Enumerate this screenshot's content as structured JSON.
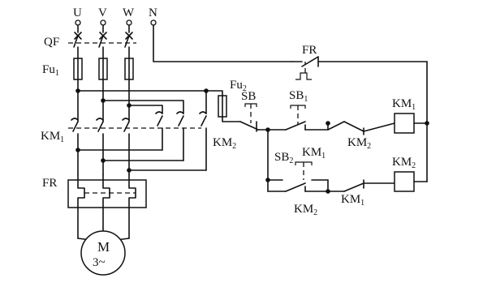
{
  "labels": {
    "phase_u": "U",
    "phase_v": "V",
    "phase_w": "W",
    "neutral": "N",
    "breaker": "QF",
    "fuse_main": "Fu",
    "fuse_main_sub": "1",
    "fuse_ctrl": "Fu",
    "fuse_ctrl_sub": "2",
    "contactor1_main": "KM",
    "contactor1_main_sub": "1",
    "contactor2_main": "KM",
    "contactor2_main_sub": "2",
    "overload_main": "FR",
    "overload_ctrl": "FR",
    "stop_button": "SB",
    "button1": "SB",
    "button1_sub": "1",
    "button2": "SB",
    "button2_sub": "2",
    "km1_aux_top": "KM",
    "km1_aux_top_sub": "1",
    "km2_interlock_top": "KM",
    "km2_interlock_top_sub": "2",
    "coil_km1": "KM",
    "coil_km1_sub": "1",
    "coil_km2": "KM",
    "coil_km2_sub": "2",
    "km2_aux_bottom": "KM",
    "km2_aux_bottom_sub": "2",
    "km1_interlock_bottom": "KM",
    "km1_interlock_bottom_sub": "1",
    "motor": "M",
    "motor_phase": "3~"
  }
}
